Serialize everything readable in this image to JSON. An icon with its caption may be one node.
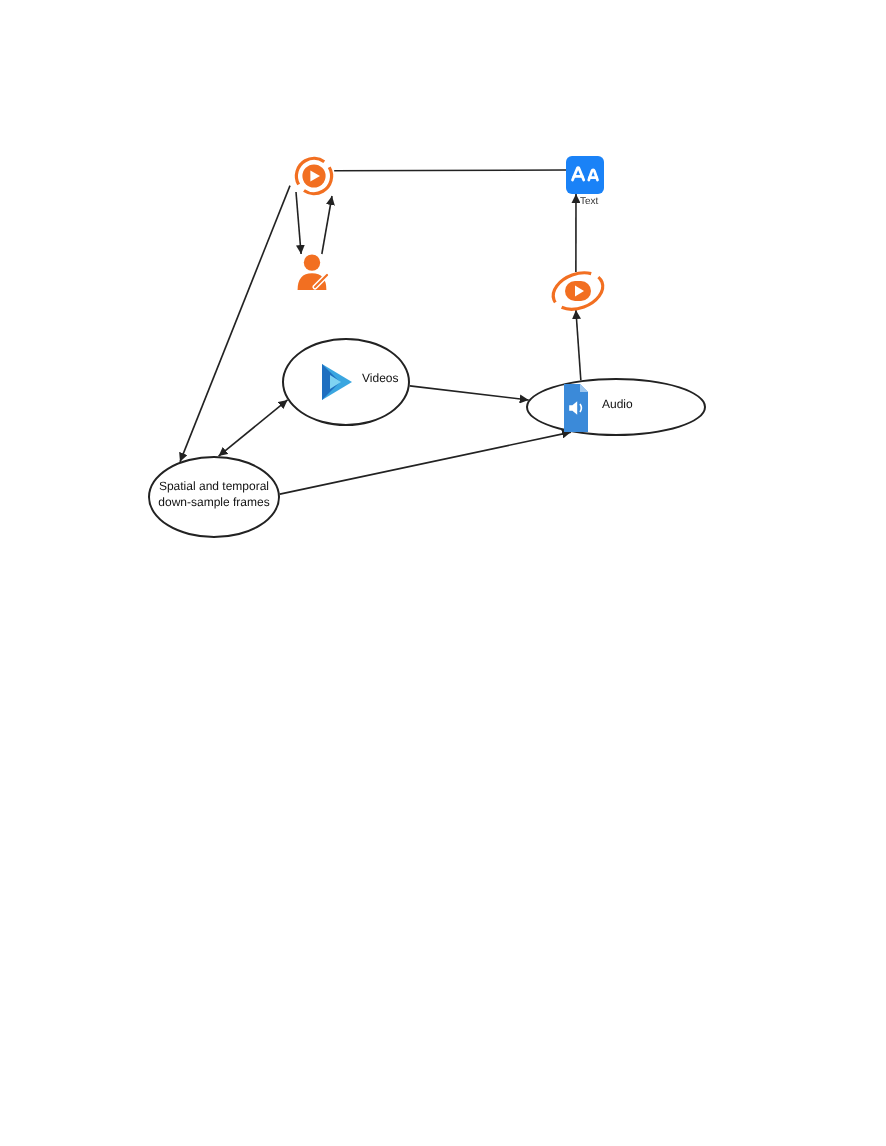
{
  "diagram": {
    "nodes": [
      {
        "text": [],
        "shape": "picture"
      },
      {
        "text": [
          "Text"
        ]
      },
      {
        "text": [],
        "shape": "person"
      },
      {
        "text": [],
        "shape": "picture"
      },
      {
        "text": [
          "Videos"
        ]
      },
      {
        "text": [
          "Audio"
        ]
      },
      {
        "text": [
          "Spatial and temporal down-sample frames"
        ]
      }
    ],
    "edges": [
      {
        "from": 0,
        "to": 1,
        "arrow": "none"
      },
      {
        "from": 0,
        "to": 2,
        "arrow": "to"
      },
      {
        "from": 2,
        "to": 0,
        "arrow": "to"
      },
      {
        "from": 0,
        "to": 6,
        "arrow": "to"
      },
      {
        "from": 4,
        "to": 6,
        "arrow": "both"
      },
      {
        "from": 4,
        "to": 5,
        "arrow": "to"
      },
      {
        "from": 6,
        "to": 5,
        "arrow": "to"
      },
      {
        "from": 5,
        "to": 3,
        "arrow": "to"
      },
      {
        "from": 3,
        "to": 1,
        "arrow": "to"
      }
    ]
  }
}
